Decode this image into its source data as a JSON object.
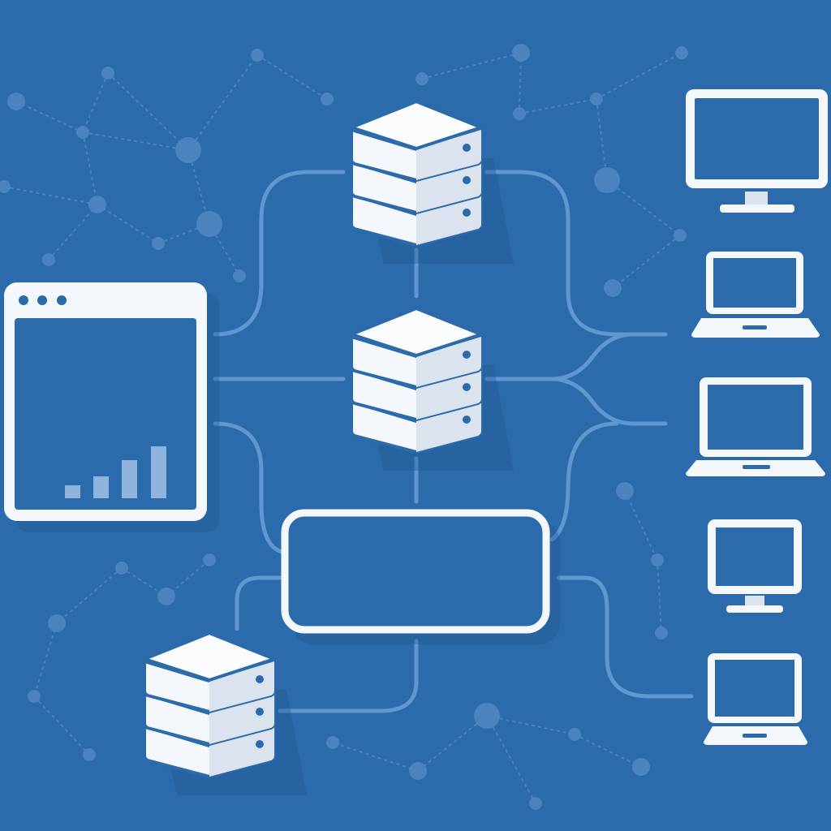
{
  "colors": {
    "background": "#2b6aab",
    "device_white": "#f4f7fb",
    "device_shade": "#dbe4ee",
    "connector": "#6a9fd6",
    "network_faint": "#4a83c0"
  },
  "icons": {
    "servers": [
      "database-server-icon",
      "database-server-icon",
      "database-server-icon"
    ],
    "dashboard": "browser-window-chart-icon",
    "hub": "hub-box-icon",
    "clients": [
      "desktop-monitor-icon",
      "laptop-icon",
      "laptop-icon",
      "desktop-monitor-icon",
      "laptop-icon"
    ]
  },
  "dashboard_chart": {
    "type": "bar",
    "values": [
      16,
      27,
      47,
      64
    ]
  }
}
